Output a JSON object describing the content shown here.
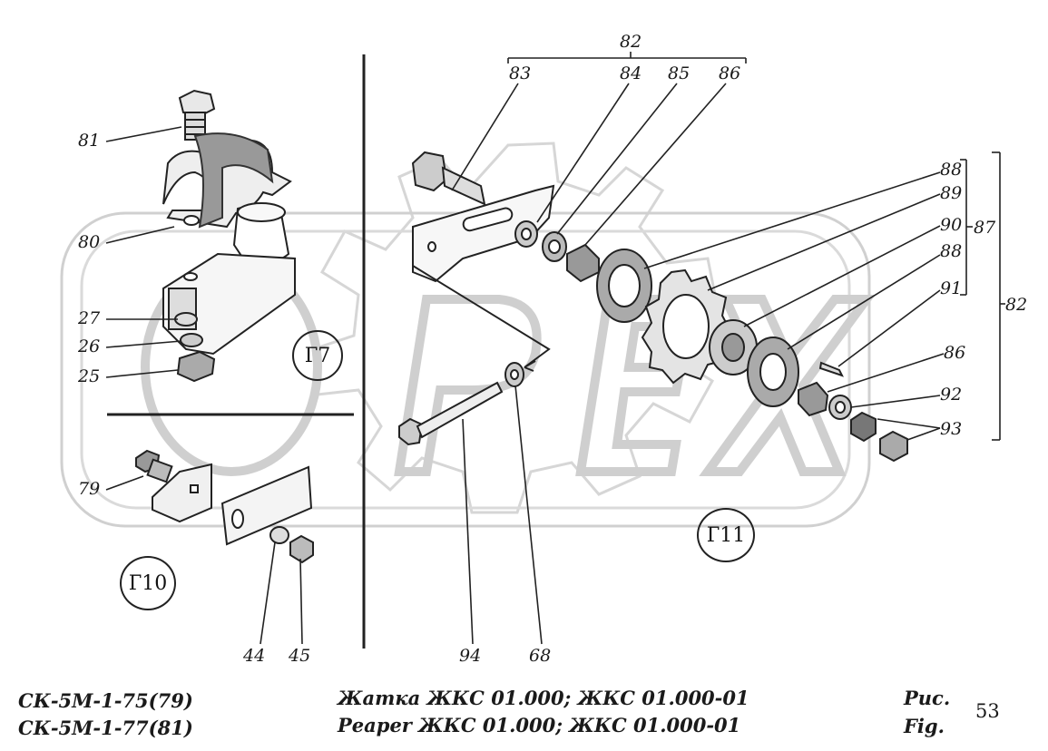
{
  "views": {
    "g7": "Г7",
    "g10": "Г10",
    "g11": "Г11"
  },
  "watermark": "OPEX",
  "callouts": {
    "n81": "81",
    "n80": "80",
    "n27": "27",
    "n26": "26",
    "n25": "25",
    "n79": "79",
    "n44": "44",
    "n45": "45",
    "n94": "94",
    "n68": "68",
    "n82_top": "82",
    "n83": "83",
    "n84": "84",
    "n85": "85",
    "n86_top": "86",
    "n88_a": "88",
    "n89": "89",
    "n90": "90",
    "n87": "87",
    "n88_b": "88",
    "n91": "91",
    "n82_right": "82",
    "n86_b": "86",
    "n92": "92",
    "n93": "93"
  },
  "footer": {
    "model_1": "СК-5М-1-75(79)",
    "model_2": "СК-5М-1-77(81)",
    "title_ru": "Жатка ЖКС 01.000; ЖКС 01.000-01",
    "title_en": "Реарer ЖКС 01.000; ЖКС 01.000-01",
    "fig_ru": "Рис.",
    "fig_en": "Fig.",
    "fig_number": "53"
  }
}
